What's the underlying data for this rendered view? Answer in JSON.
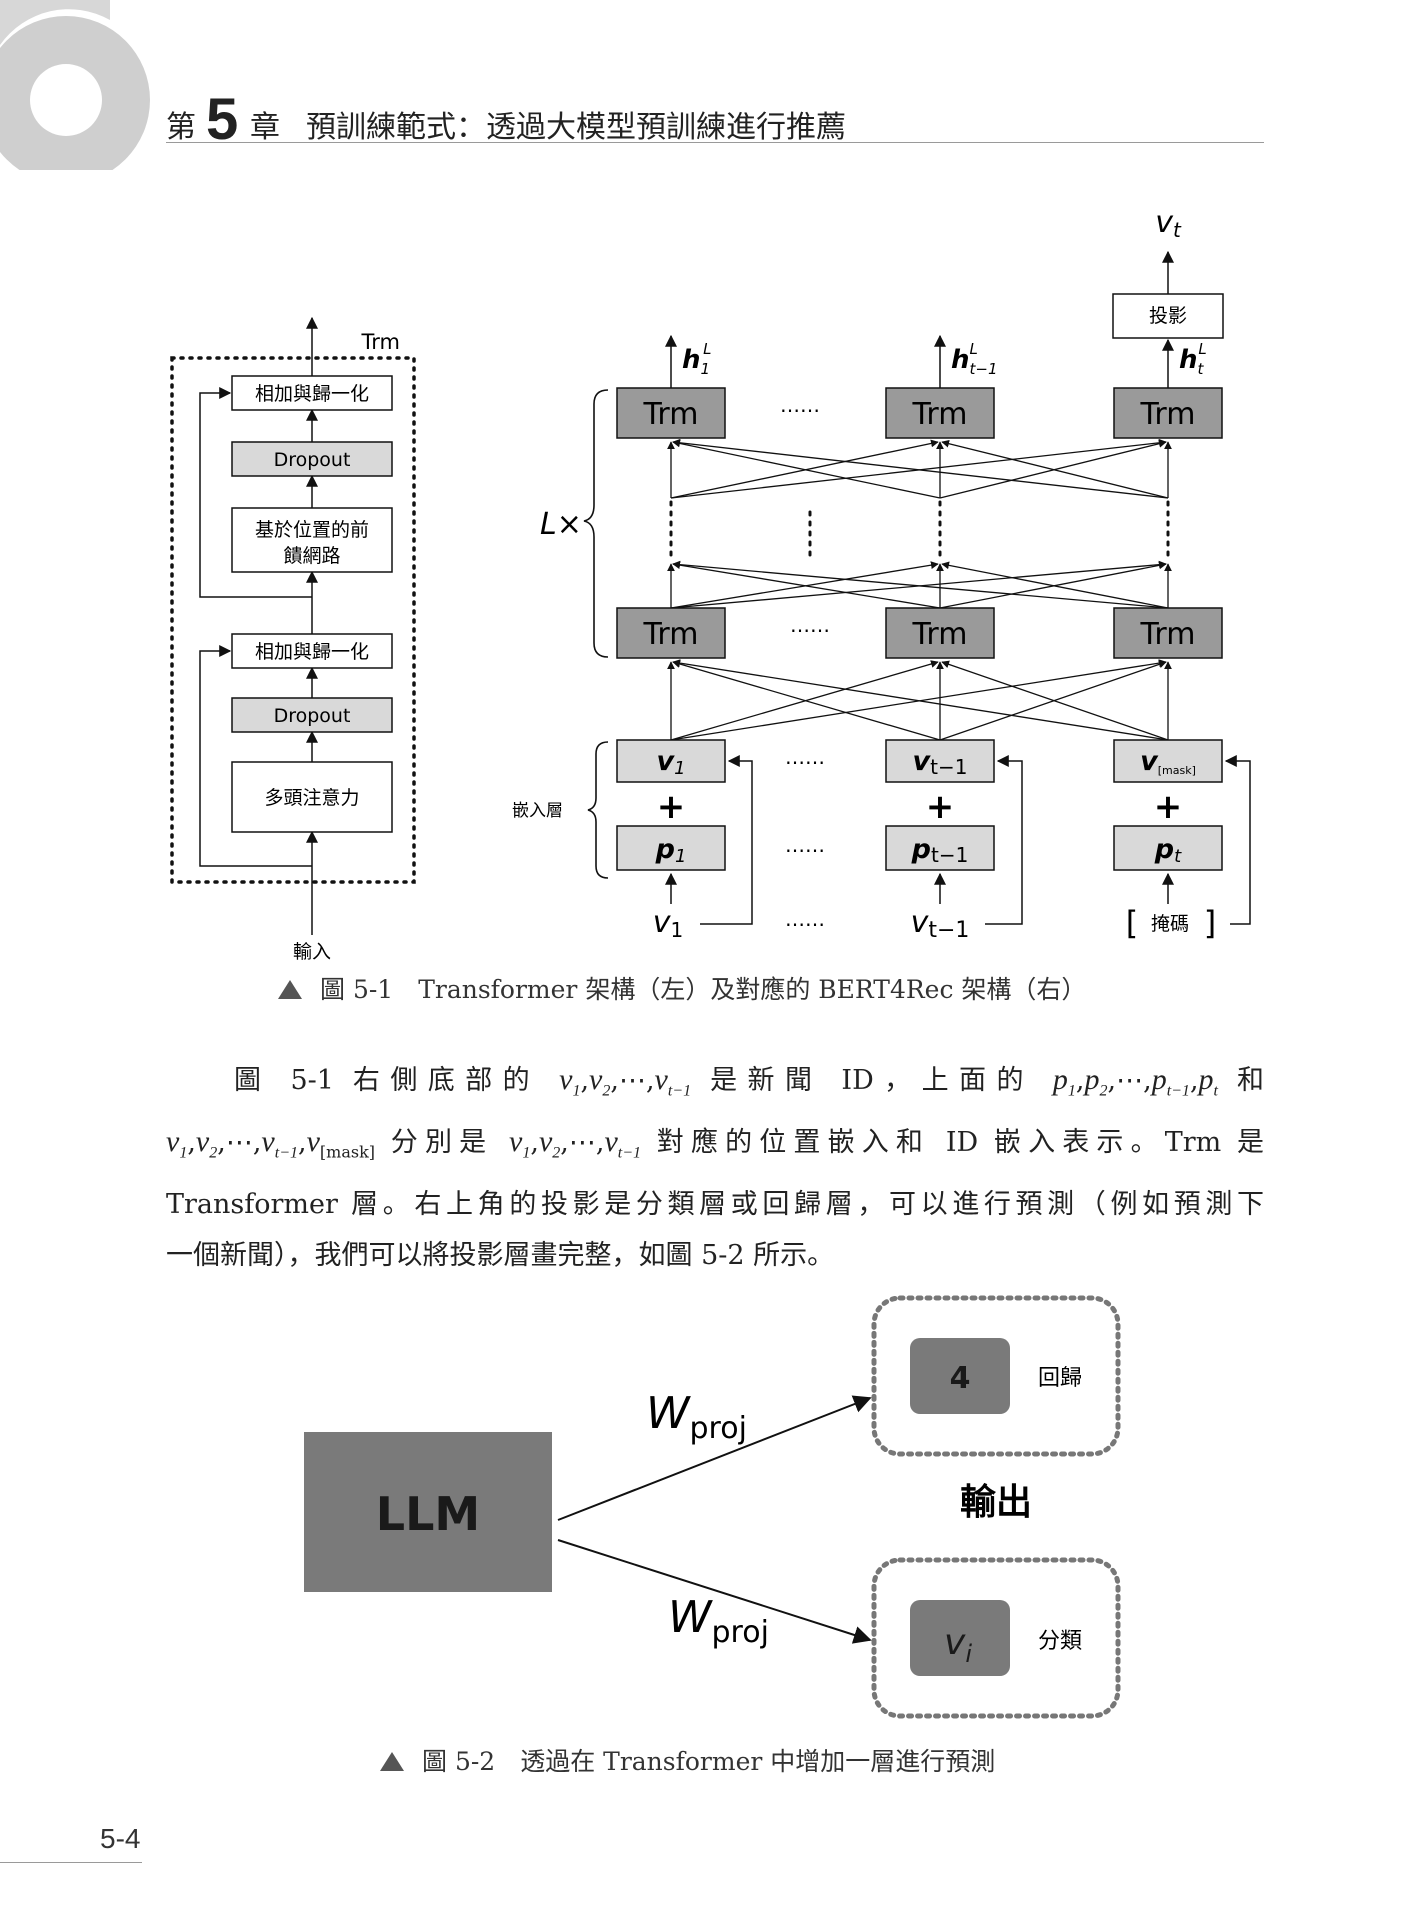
{
  "header": {
    "chapter_prefix": "第",
    "chapter_number": "5",
    "chapter_suffix": "章",
    "chapter_title": "預訓練範式：透過大模型預訓練進行推薦"
  },
  "figure1": {
    "left": {
      "trm_label": "Trm",
      "block1": "相加與歸一化",
      "block2": "Dropout",
      "block3_line1": "基於位置的前",
      "block3_line2": "饋網路",
      "block4": "相加與歸一化",
      "block5": "Dropout",
      "block6": "多頭注意力",
      "input_label": "輸入"
    },
    "right": {
      "output": "v",
      "output_sub": "t",
      "projection": "投影",
      "trm": "Trm",
      "dots": "……",
      "h": "h",
      "h1_sub": "1",
      "h2_sub": "t−1",
      "h3_sub": "t",
      "h_sup": "L",
      "layers_label": "L×",
      "embed_label": "嵌入層",
      "v": "v",
      "p": "p",
      "sub_1": "1",
      "sub_t1": "t−1",
      "sub_t": "t",
      "mask_sub": "[mask]",
      "plus": "+",
      "mask_input": "掩碼",
      "bracket_open": "[",
      "bracket_close": "]"
    },
    "caption": "圖 5-1　Transformer 架構（左）及對應的 BERT4Rec 架構（右）"
  },
  "paragraph": {
    "l1_a": "圖 5-1 右側底部的 ",
    "l1_b": " 是新聞 ID，上面的 ",
    "l1_c": " 和",
    "l2_b": " 分別是 ",
    "l2_c": " 對應的位置嵌入和 ID 嵌入表示。Trm 是",
    "line3": "Transformer 層。右上角的投影是分類層或回歸層，可以進行預測（例如預測下",
    "line4": "一個新聞），我們可以將投影層畫完整，如圖 5-2 所示。"
  },
  "figure2": {
    "llm": "LLM",
    "w": "W",
    "w_sub": "proj",
    "regression_value": "4",
    "regression_label": "回歸",
    "output_label": "輸出",
    "class_v": "v",
    "class_sub": "i",
    "class_label": "分類",
    "caption": "圖 5-2　透過在 Transformer 中增加一層進行預測"
  },
  "footer": {
    "page_number": "5-4"
  }
}
